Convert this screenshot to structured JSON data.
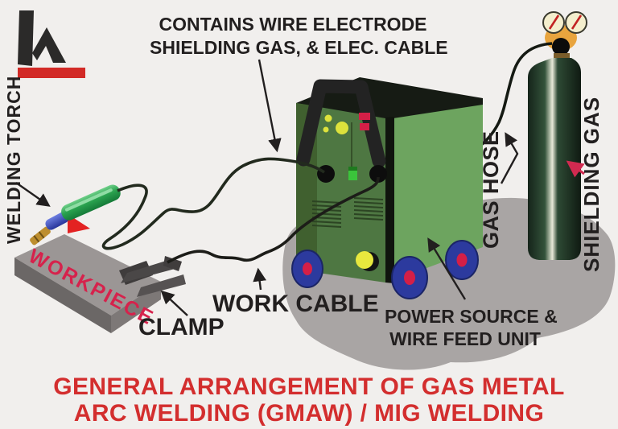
{
  "diagram": {
    "annotations": {
      "contains_line1": "CONTAINS WIRE ELECTRODE",
      "contains_line2": "SHIELDING GAS, & ELEC. CABLE",
      "welding_torch": "WELDING TORCH",
      "workpiece": "WORKPIECE",
      "clamp": "CLAMP",
      "work_cable": "WORK CABLE",
      "power_source_line1": "POWER SOURCE &",
      "power_source_line2": "WIRE FEED UNIT",
      "gas_hose": "GAS HOSE",
      "shielding_gas": "SHIELDING GAS"
    },
    "title": {
      "line1": "GENERAL ARRANGEMENT OF GAS METAL",
      "line2": "ARC WELDING (GMAW) / MIG WELDING"
    },
    "colors": {
      "background": "#f1efed",
      "title_red": "#d32e2e",
      "label_black": "#221f1f",
      "crimson_accent": "#d41f47",
      "machine_front_green": "#4e7742",
      "machine_side_green": "#6da45f",
      "wheel_blue": "#2c3a9e",
      "cylinder_dark_green": "#203524",
      "regulator_orange": "#e8a43e",
      "torch_green": "#2aa24f",
      "shadow_grey": "#a9a5a4"
    }
  }
}
